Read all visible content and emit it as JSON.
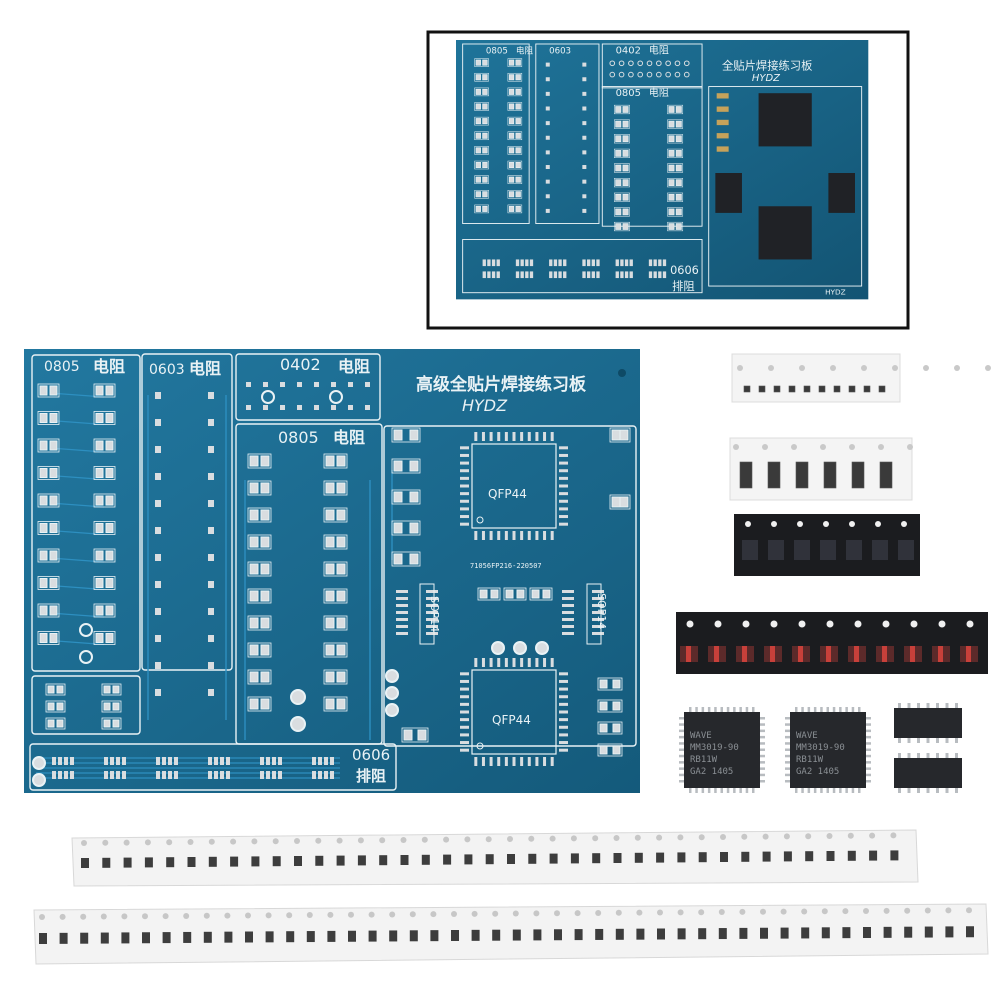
{
  "main_board": {
    "label_0805_left": "0805",
    "label_resistor_left": "电阻",
    "label_0603": "0603",
    "label_resistor_0603": "电阻",
    "label_0402": "0402",
    "label_resistor_0402": "电阻",
    "label_0805_mid": "0805",
    "label_resistor_mid": "电阻",
    "title_cn": "高级全贴片焊接练习板",
    "title_en": "HYDZ",
    "chip_top_label": "QFP44",
    "chip_bottom_label": "QFP44",
    "pcb_code": "71056FP216-220507",
    "sop_left_label": "SOP14",
    "sop_right_label": "SOP14",
    "label_0606": "0606",
    "label_array_resistor": "排阻"
  },
  "inset_board": {
    "label_0805_left": "0805",
    "label_resistor_left": "电阻",
    "label_0603": "0603",
    "label_0402": "0402",
    "label_resistor_0402": "电阻",
    "label_0805_mid": "0805",
    "label_resistor_mid": "电阻",
    "title_cn": "全贴片焊接练习板",
    "title_en": "HYDZ",
    "label_0606": "0606",
    "label_array_resistor": "排阻",
    "corner_mark": "HYDZ"
  },
  "chips": {
    "left_line1": "WAVE",
    "left_line2": "MM3019-90",
    "left_line3": "RB11W",
    "left_line4": "GA2 1405",
    "right_line1": "WAVE",
    "right_line2": "MM3019-90",
    "right_line3": "RB11W",
    "right_line4": "GA2 1405"
  },
  "colors": {
    "pcb": "#1c6a8c",
    "pcb_dark": "#124f6b",
    "silkscreen": "#e9f2f5",
    "pad": "#d9dde0",
    "tape": "#f3f3f3",
    "chip": "#2a2c30"
  }
}
